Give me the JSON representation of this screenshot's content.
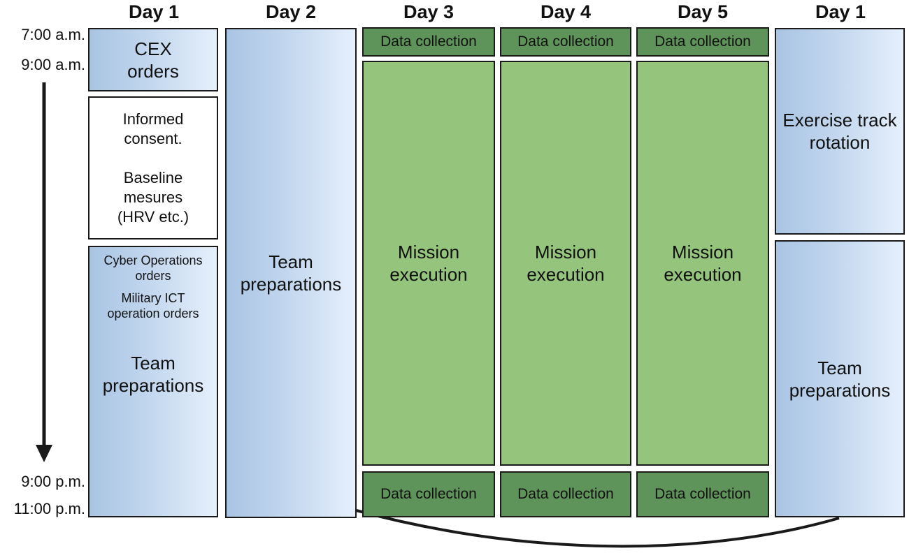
{
  "columns": {
    "c1": "Day 1",
    "c2": "Day 2",
    "c3": "Day 3",
    "c4": "Day 4",
    "c5": "Day 5",
    "c6": "Day 1"
  },
  "times": {
    "t1": "7:00 a.m.",
    "t2": "9:00 a.m.",
    "t3": "9:00 p.m.",
    "t4": "11:00 p.m."
  },
  "day1": {
    "cex_line1": "CEX",
    "cex_line2": "orders",
    "consent_line1": "Informed",
    "consent_line2": "consent.",
    "baseline_line1": "Baseline",
    "baseline_line2": "mesures",
    "baseline_line3": "(HRV etc.)",
    "cyber_line1": "Cyber Operations",
    "cyber_line2": "orders",
    "ict_line1": "Military ICT",
    "ict_line2": "operation orders",
    "team_line1": "Team",
    "team_line2": "preparations"
  },
  "day2": {
    "team_line1": "Team",
    "team_line2": "preparations"
  },
  "mission": {
    "line1": "Mission",
    "line2": "execution"
  },
  "data_collection": "Data collection",
  "last_day": {
    "exercise_line1": "Exercise track",
    "exercise_line2": "rotation",
    "team_line1": "Team",
    "team_line2": "preparations"
  },
  "colors": {
    "blue_light": "#e6f0fc",
    "blue_dark": "#a9c4e3",
    "green": "#95c47d",
    "dark_green": "#5e9459"
  }
}
